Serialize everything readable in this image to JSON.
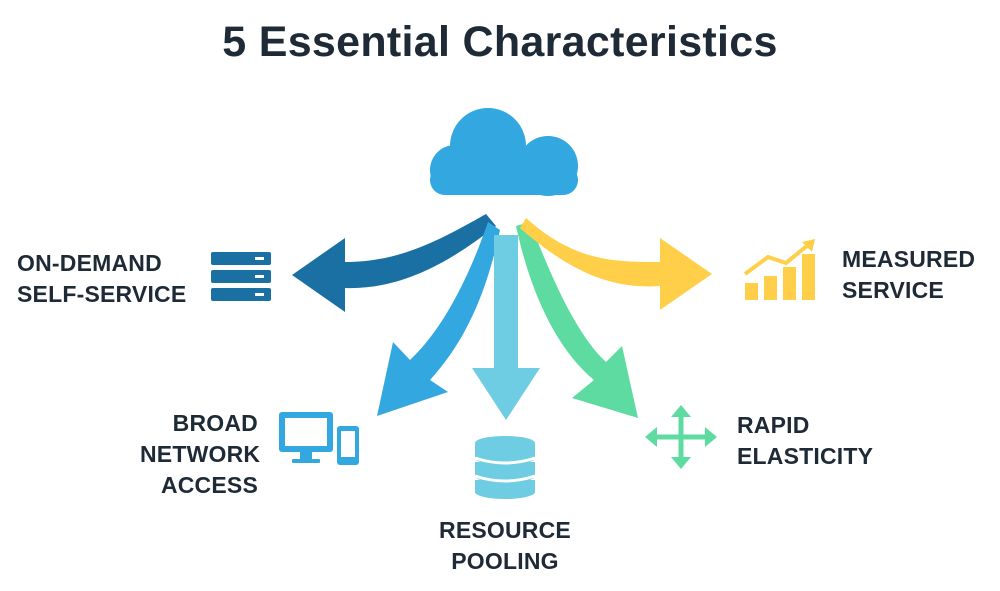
{
  "title": "5 Essential Characteristics",
  "center": {
    "icon": "cloud-icon"
  },
  "items": [
    {
      "id": "on-demand",
      "lines": [
        "ON-DEMAND",
        "SELF-SERVICE"
      ],
      "icon": "server-rack-icon",
      "color": "#1a6fa3"
    },
    {
      "id": "broad-network",
      "lines": [
        "BROAD",
        "NETWORK",
        "ACCESS"
      ],
      "icon": "devices-icon",
      "color": "#33a7df"
    },
    {
      "id": "resource-pooling",
      "lines": [
        "RESOURCE",
        "POOLING"
      ],
      "icon": "database-icon",
      "color": "#6fcde3"
    },
    {
      "id": "rapid-elasticity",
      "lines": [
        "RAPID",
        "ELASTICITY"
      ],
      "icon": "four-arrows-icon",
      "color": "#5ddba1"
    },
    {
      "id": "measured-service",
      "lines": [
        "MEASURED",
        "SERVICE"
      ],
      "icon": "growth-chart-icon",
      "color": "#ffcf4a"
    }
  ]
}
